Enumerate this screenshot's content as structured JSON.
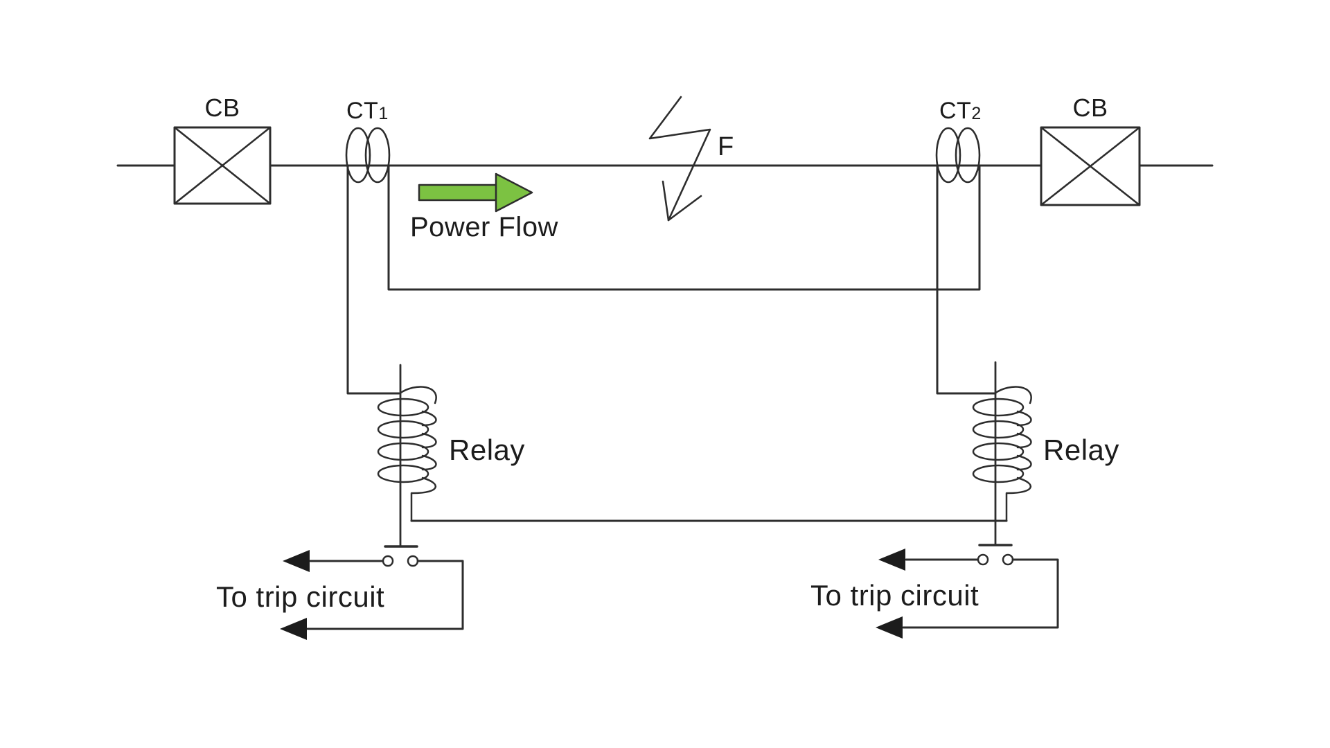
{
  "diagram": {
    "type": "power-system-differential-protection-schematic",
    "labels": {
      "circuit_breaker": "CB",
      "ct_prefix": "CT",
      "ct1_subscript": "1",
      "ct2_subscript": "2",
      "fault": "F",
      "power_flow": "Power Flow",
      "relay": "Relay",
      "trip_circuit": "To trip circuit"
    },
    "colors": {
      "line": "#2d2d2d",
      "text": "#1c1c1c",
      "power_arrow_fill": "#7cc242",
      "power_arrow_outline": "#1f1f1f",
      "background": "#ffffff"
    }
  }
}
